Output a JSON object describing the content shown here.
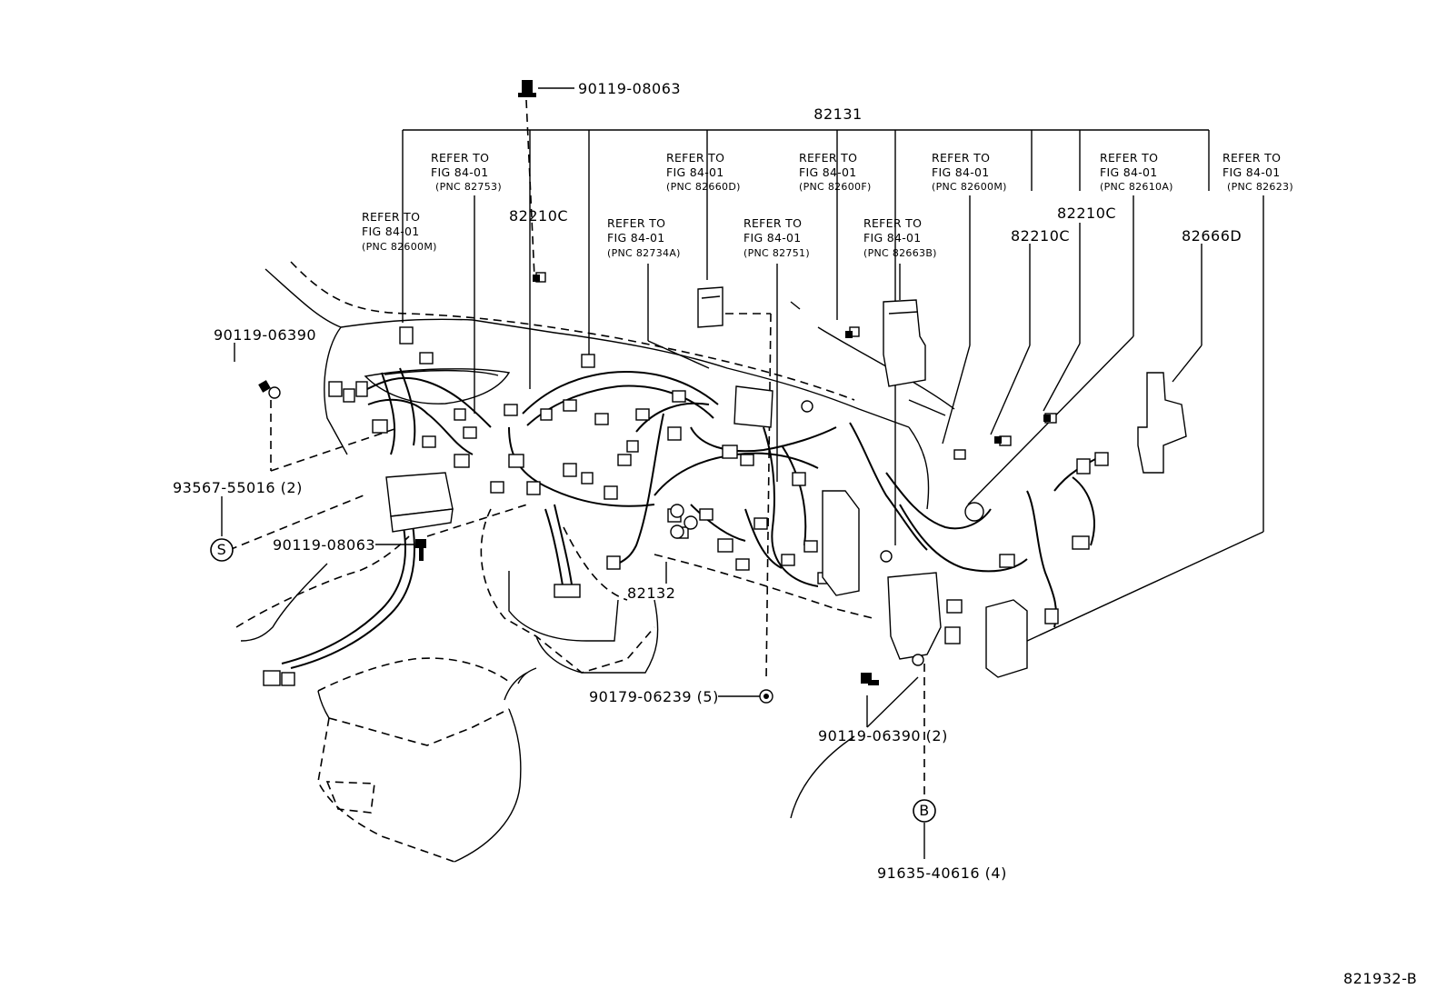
{
  "header": {
    "main_part": "82131"
  },
  "references": [
    {
      "line1": "REFER TO",
      "line2": "FIG 84-01",
      "pnc": "(PNC 82753)"
    },
    {
      "line1": "REFER TO",
      "line2": "FIG 84-01",
      "pnc": "(PNC 82600M)"
    },
    {
      "line1": "REFER TO",
      "line2": "FIG 84-01",
      "pnc": "(PNC 82734A)"
    },
    {
      "line1": "REFER TO",
      "line2": "FIG 84-01",
      "pnc": "(PNC 82660D)"
    },
    {
      "line1": "REFER TO",
      "line2": "FIG 84-01",
      "pnc": "(PNC 82751)"
    },
    {
      "line1": "REFER TO",
      "line2": "FIG 84-01",
      "pnc": "(PNC 82600F)"
    },
    {
      "line1": "REFER TO",
      "line2": "FIG 84-01",
      "pnc": "(PNC 82663B)"
    },
    {
      "line1": "REFER TO",
      "line2": "FIG 84-01",
      "pnc": "(PNC 82600M)"
    },
    {
      "line1": "REFER TO",
      "line2": "FIG 84-01",
      "pnc": "(PNC 82610A)"
    },
    {
      "line1": "REFER TO",
      "line2": "FIG 84-01",
      "pnc": "(PNC 82623)"
    }
  ],
  "parts": {
    "bolt_top": "90119-08063",
    "clamp_left": "82210C",
    "clamp_right_a": "82210C",
    "clamp_right_b": "82210C",
    "block_right": "82666D",
    "bolt_left": "90119-06390",
    "nut_left": "93567-55016 (2)",
    "bolt_mid": "90119-08063",
    "sub_harness": "82132",
    "nut_bottom": "90179-06239 (5)",
    "bolt_bottom": "90119-06390 (2)",
    "bolt_b": "91635-40616 (4)"
  },
  "markers": {
    "s": "S",
    "b": "B"
  },
  "footer": {
    "diagram_code": "821932-B"
  }
}
